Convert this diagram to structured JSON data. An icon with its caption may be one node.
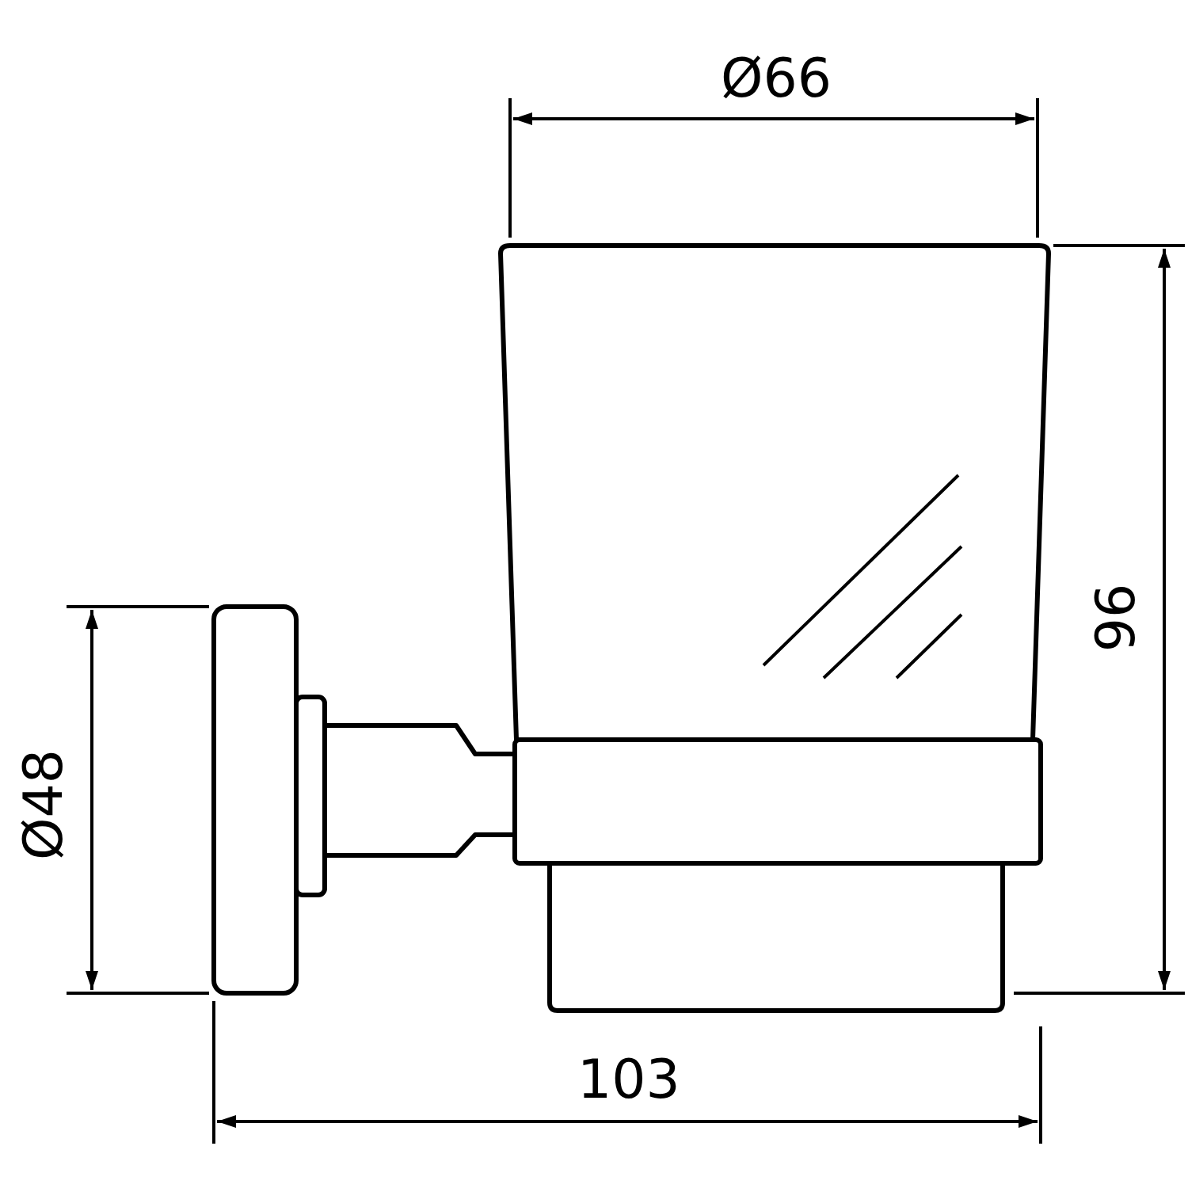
{
  "diagram": {
    "labels": [
      "Ø66",
      "96",
      "Ø48",
      "103"
    ]
  }
}
